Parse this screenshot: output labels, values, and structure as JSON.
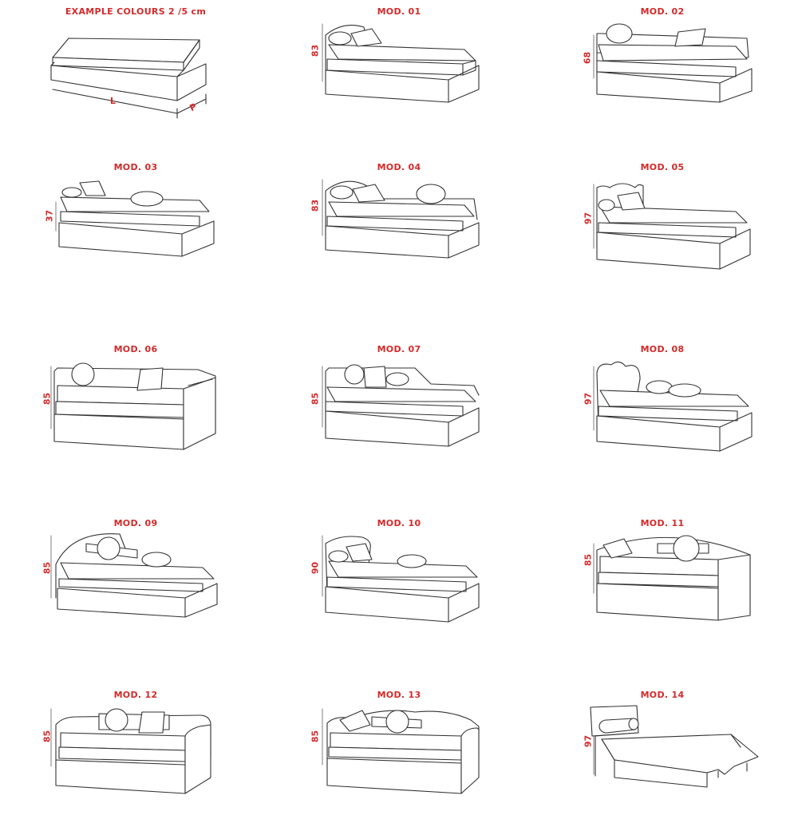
{
  "header": {
    "title": "EXAMPLE COLOURS 2 /5 cm",
    "length_label": "L",
    "depth_label": "P"
  },
  "models": [
    {
      "id": "mod-01",
      "label": "MOD. 01",
      "height": "83"
    },
    {
      "id": "mod-02",
      "label": "MOD. 02",
      "height": "68"
    },
    {
      "id": "mod-03",
      "label": "MOD. 03",
      "height": "37"
    },
    {
      "id": "mod-04",
      "label": "MOD. 04",
      "height": "83"
    },
    {
      "id": "mod-05",
      "label": "MOD. 05",
      "height": "97"
    },
    {
      "id": "mod-06",
      "label": "MOD. 06",
      "height": "85"
    },
    {
      "id": "mod-07",
      "label": "MOD. 07",
      "height": "85"
    },
    {
      "id": "mod-08",
      "label": "MOD. 08",
      "height": "97"
    },
    {
      "id": "mod-09",
      "label": "MOD. 09",
      "height": "85"
    },
    {
      "id": "mod-10",
      "label": "MOD. 10",
      "height": "90"
    },
    {
      "id": "mod-11",
      "label": "MOD. 11",
      "height": "85"
    },
    {
      "id": "mod-12",
      "label": "MOD. 12",
      "height": "85"
    },
    {
      "id": "mod-13",
      "label": "MOD. 13",
      "height": "85"
    },
    {
      "id": "mod-14",
      "label": "MOD. 14",
      "height": "97"
    }
  ],
  "colors": {
    "accent": "#d42a2a",
    "line": "#333333"
  }
}
